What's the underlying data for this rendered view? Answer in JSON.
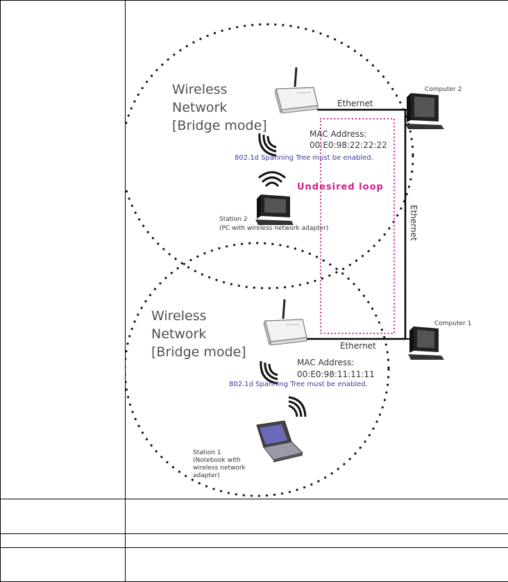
{
  "diagram": {
    "top_network": {
      "label_line1": "Wireless",
      "label_line2": "Network",
      "label_line3": "[Bridge mode]",
      "mac_label": "MAC Address:",
      "mac_value": "00:E0:98:22:22:22",
      "spanning_tree_note": "802.1d Spanning Tree must be enabled."
    },
    "bottom_network": {
      "label_line1": "Wireless",
      "label_line2": "Network",
      "label_line3": "[Bridge mode]",
      "mac_label": "MAC Address:",
      "mac_value": "00:E0:98:11:11:11",
      "spanning_tree_note": "802.1d Spanning Tree must be enabled."
    },
    "undesired_loop": "Undesired loop",
    "ethernet_top": "Ethernet",
    "ethernet_vertical": "Ethernet",
    "ethernet_bottom": "Ethernet",
    "computer2": "Computer 2",
    "computer1": "Computer 1",
    "station2_line1": "Station 2",
    "station2_line2": "(PC with wireless network adapter)",
    "station1_line1": "Station 1",
    "station1_line2": "(Notebook with",
    "station1_line3": "wireless network",
    "station1_line4": "adapter)",
    "colors": {
      "loop": "#d21f8a",
      "spanning_note": "#3a3a9a"
    }
  },
  "table_rows": [
    {
      "left": "",
      "right": ""
    },
    {
      "left": "",
      "right": ""
    },
    {
      "left": "",
      "right": ""
    }
  ]
}
